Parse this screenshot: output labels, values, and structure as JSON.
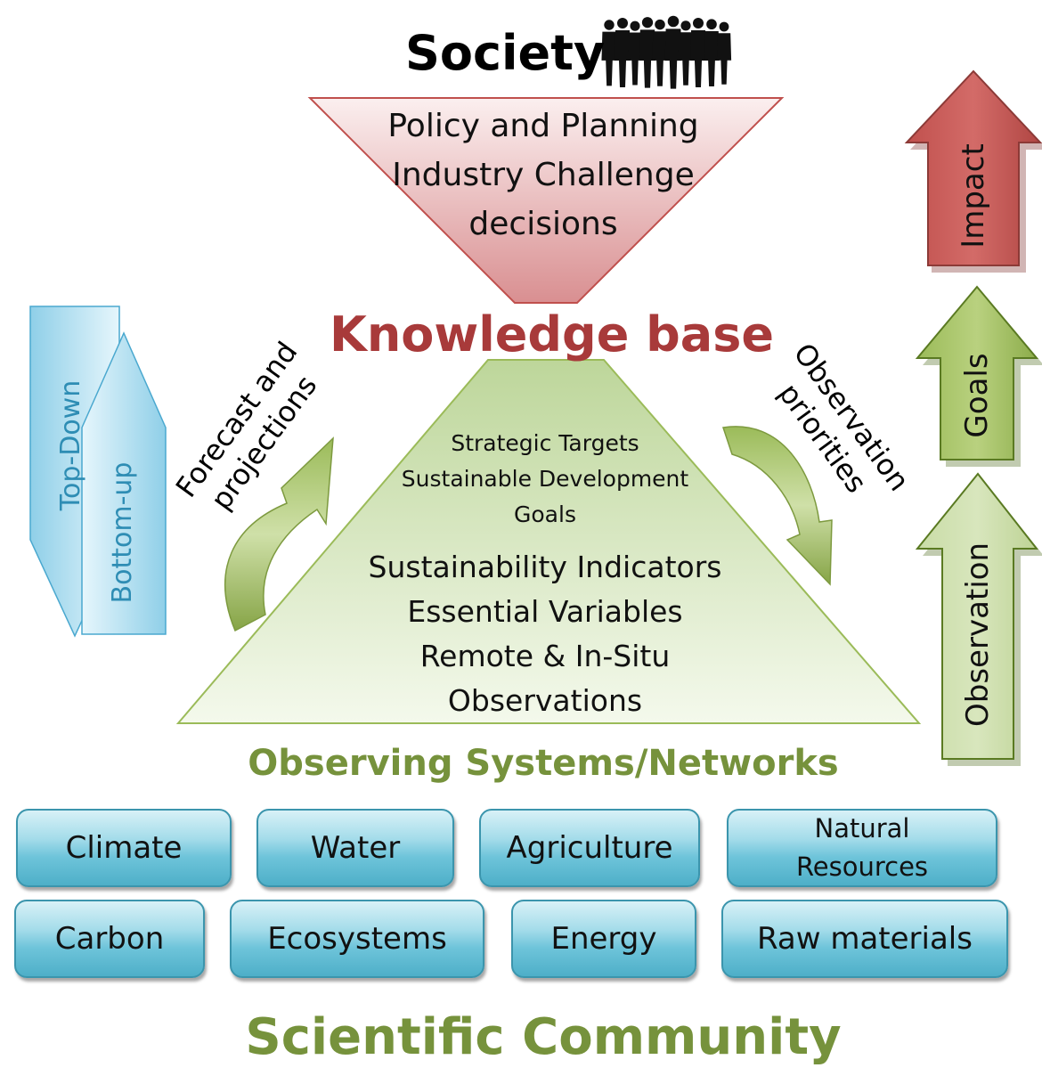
{
  "society": {
    "title": "Society"
  },
  "society_box": {
    "lines": [
      "Policy and Planning",
      "Industry Challenge",
      "decisions"
    ]
  },
  "knowledge_base": {
    "title": "Knowledge base"
  },
  "pyramid": {
    "upper_lines": [
      "Strategic Targets",
      "Sustainable Development",
      "Goals"
    ],
    "lower_lines": [
      "Sustainability Indicators",
      "Essential Variables",
      "Remote & In-Situ",
      "Observations"
    ]
  },
  "left_curve": {
    "lines": [
      "Forecast  and",
      "projections"
    ]
  },
  "right_curve": {
    "lines": [
      "Observation",
      "priorities"
    ]
  },
  "direction_arrows": {
    "down": "Top-Down",
    "up": "Bottom-up"
  },
  "progress_arrows": {
    "top": "Impact",
    "middle": "Goals",
    "bottom": "Observation"
  },
  "observing": {
    "title": "Observing Systems/Networks"
  },
  "domains": {
    "row1": [
      "Climate",
      "Water",
      "Agriculture",
      "Natural Resources"
    ],
    "row2": [
      "Carbon",
      "Ecosystems",
      "Energy",
      "Raw materials"
    ]
  },
  "community": {
    "title": "Scientific Community"
  },
  "colors": {
    "red": "#a83a3a",
    "green": "#76923c",
    "blue": "#2e8db4",
    "tile": "#6ec4da"
  }
}
